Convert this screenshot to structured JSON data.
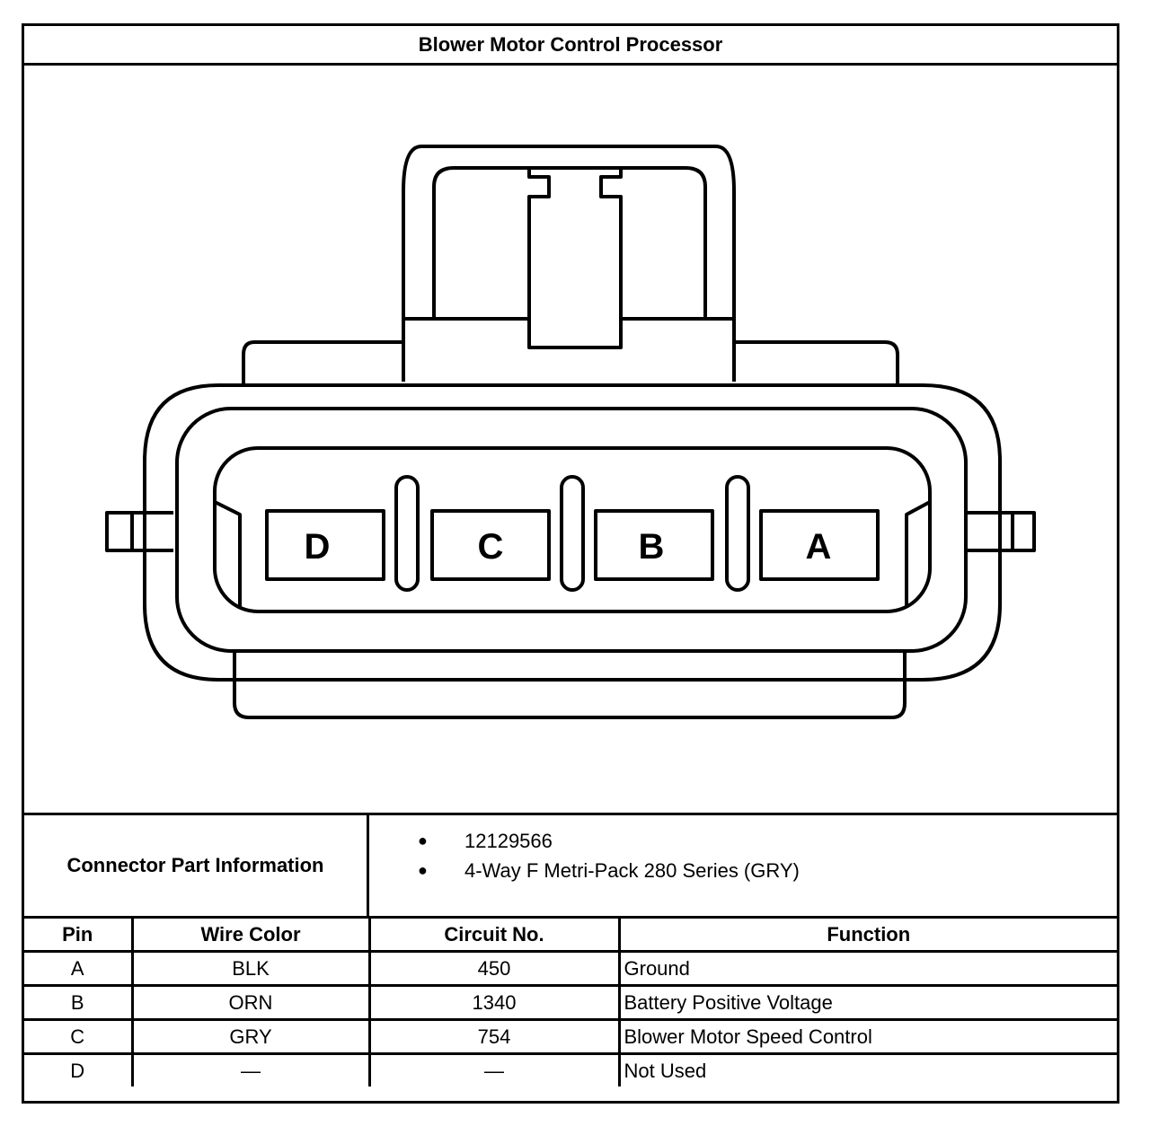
{
  "title": "Blower Motor Control Processor",
  "connector": {
    "cavity_labels": [
      "D",
      "C",
      "B",
      "A"
    ]
  },
  "part_info": {
    "label": "Connector Part Information",
    "items": [
      "12129566",
      "4-Way F Metri-Pack 280 Series (GRY)"
    ]
  },
  "pin_table": {
    "headers": [
      "Pin",
      "Wire Color",
      "Circuit No.",
      "Function"
    ],
    "rows": [
      {
        "pin": "A",
        "wire_color": "BLK",
        "circuit": "450",
        "function": "Ground"
      },
      {
        "pin": "B",
        "wire_color": "ORN",
        "circuit": "1340",
        "function": "Battery Positive Voltage"
      },
      {
        "pin": "C",
        "wire_color": "GRY",
        "circuit": "754",
        "function": "Blower Motor Speed Control"
      },
      {
        "pin": "D",
        "wire_color": "—",
        "circuit": "—",
        "function": "Not Used"
      }
    ]
  }
}
